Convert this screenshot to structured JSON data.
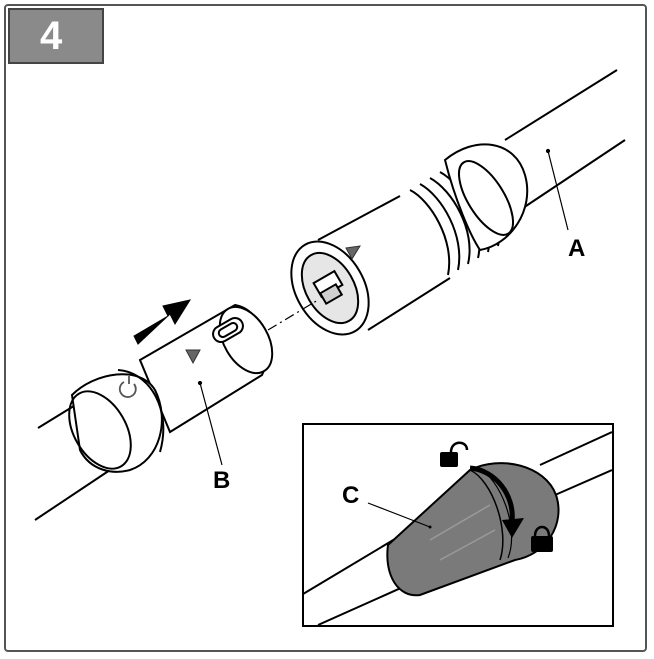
{
  "step": {
    "number": "4"
  },
  "labels": {
    "a": "A",
    "b": "B",
    "c": "C"
  },
  "icons": [
    "arrow-right-icon",
    "unlock-icon",
    "lock-icon",
    "power-icon",
    "triangle-marker-icon"
  ],
  "colors": {
    "frame": "#555555",
    "badge": "#8a8a8a",
    "collar": "#7a7a7a",
    "ink": "#000000"
  }
}
